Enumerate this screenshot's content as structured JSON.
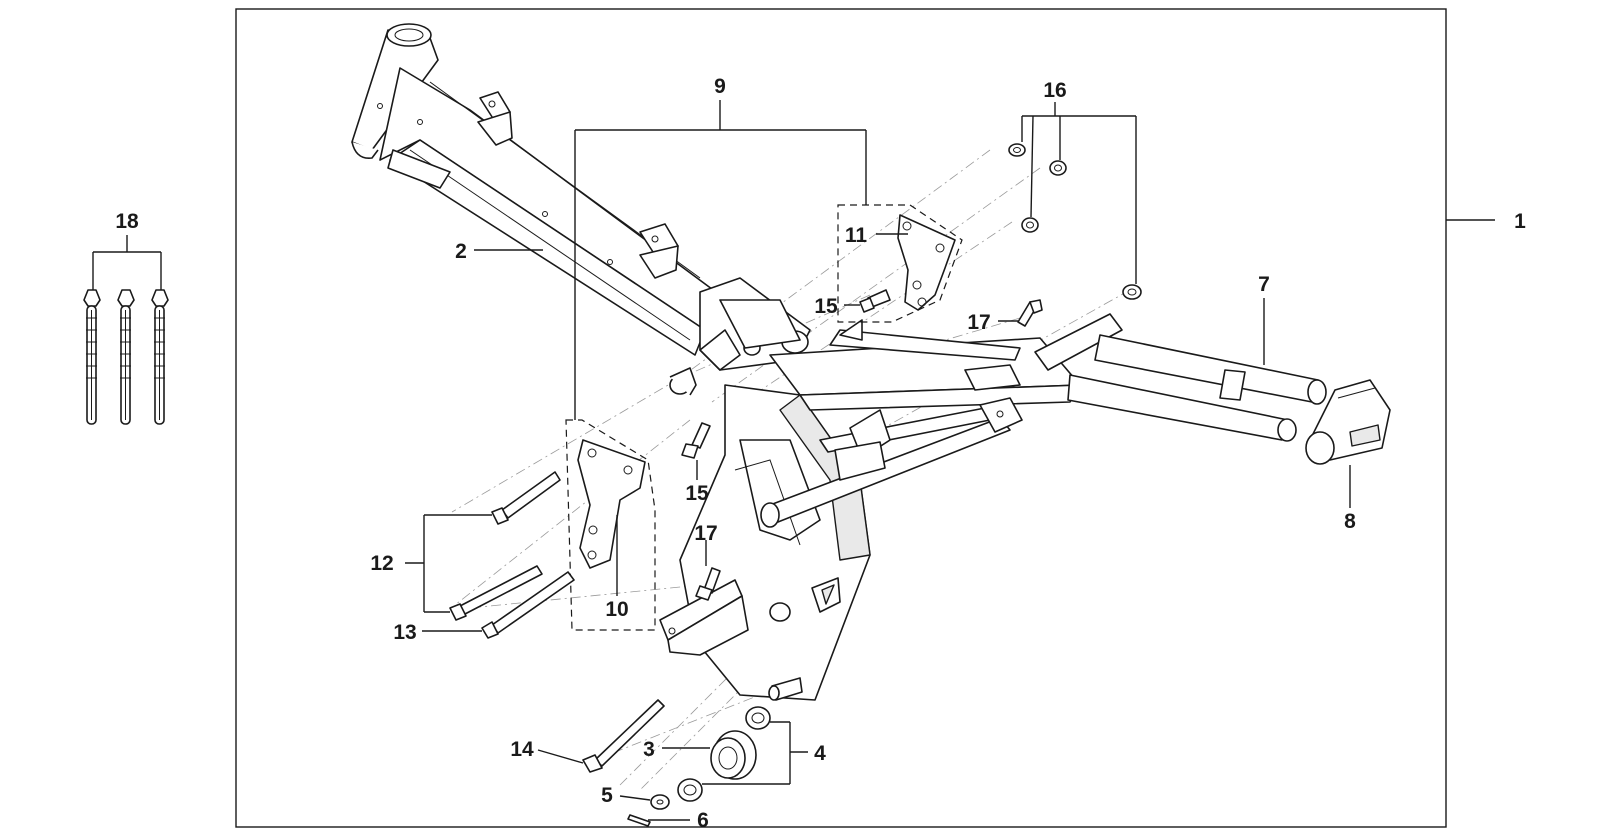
{
  "callouts": [
    {
      "id": "1",
      "label": "1"
    },
    {
      "id": "2",
      "label": "2"
    },
    {
      "id": "3",
      "label": "3"
    },
    {
      "id": "4",
      "label": "4"
    },
    {
      "id": "5",
      "label": "5"
    },
    {
      "id": "6",
      "label": "6"
    },
    {
      "id": "7",
      "label": "7"
    },
    {
      "id": "8",
      "label": "8"
    },
    {
      "id": "9",
      "label": "9"
    },
    {
      "id": "10",
      "label": "10"
    },
    {
      "id": "11",
      "label": "11"
    },
    {
      "id": "12",
      "label": "12"
    },
    {
      "id": "13",
      "label": "13"
    },
    {
      "id": "14",
      "label": "14"
    },
    {
      "id": "15a",
      "label": "15"
    },
    {
      "id": "15b",
      "label": "15"
    },
    {
      "id": "16",
      "label": "16"
    },
    {
      "id": "17a",
      "label": "17"
    },
    {
      "id": "17b",
      "label": "17"
    },
    {
      "id": "18",
      "label": "18"
    }
  ]
}
